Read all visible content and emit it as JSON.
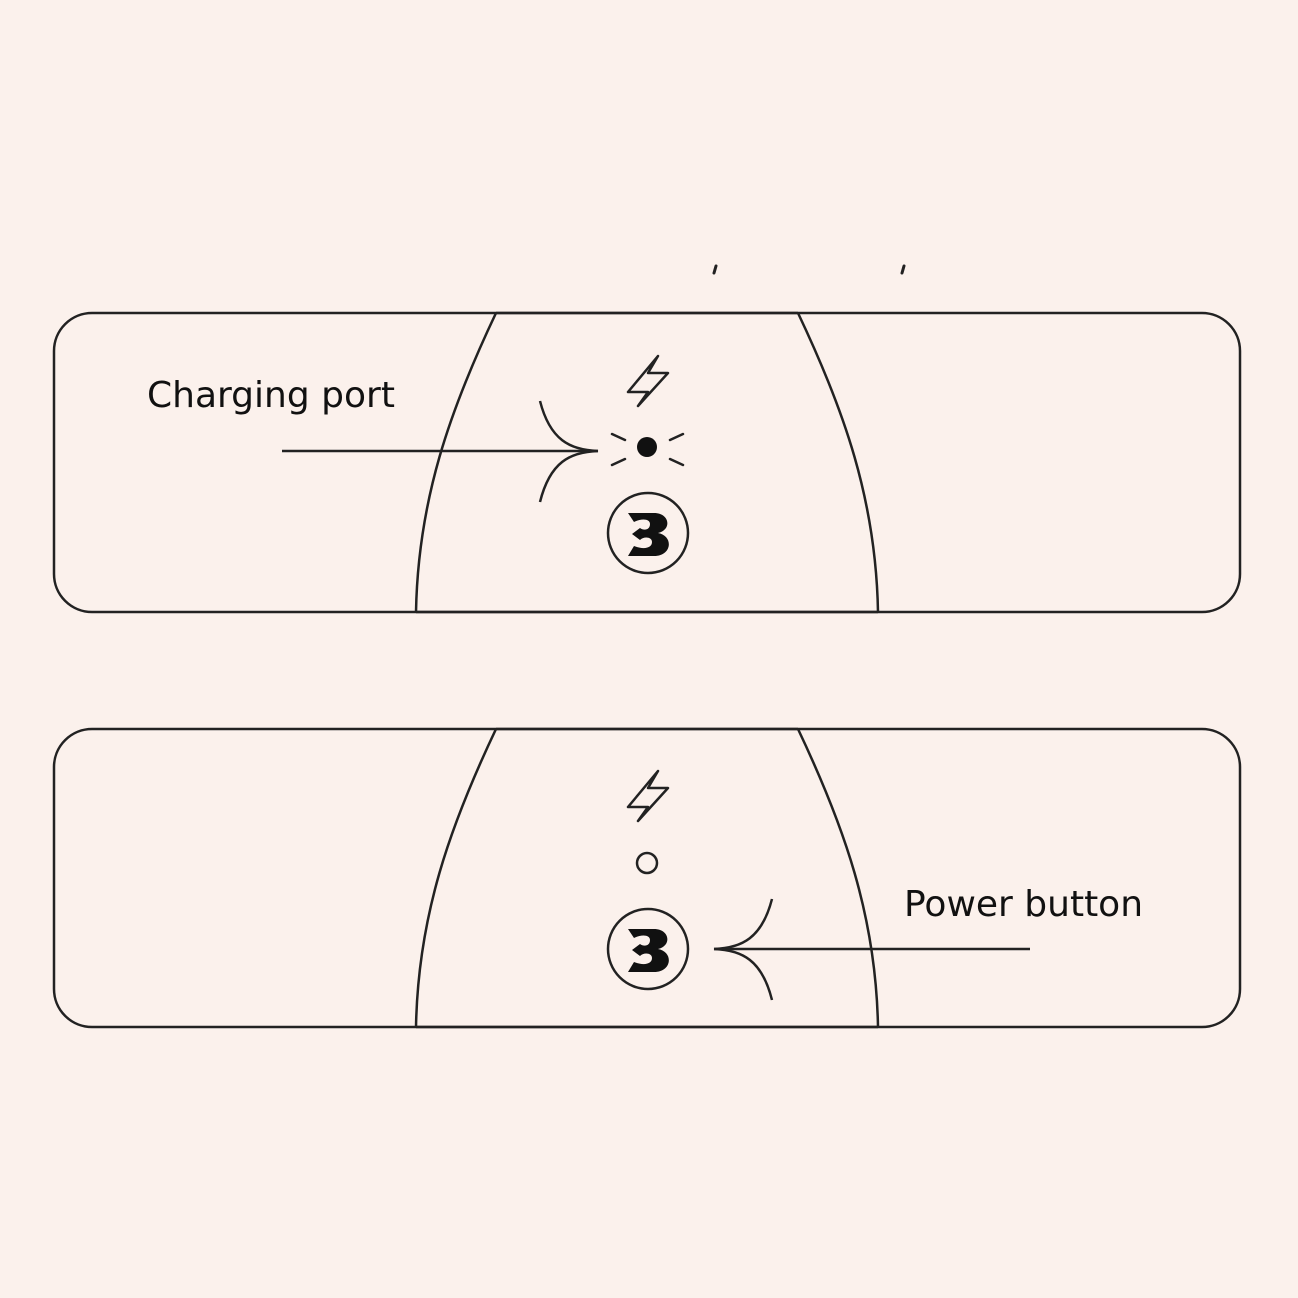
{
  "labels": {
    "charging_port": "Charging port",
    "power_button": "Power button"
  },
  "colors": {
    "background": "#fbf1ec",
    "stroke": "#222222",
    "fill_dark": "#111111"
  },
  "icons": {
    "bolt": "lightning-bolt-icon",
    "logo": "b-logo-icon",
    "indicator_active": "indicator-light-on",
    "indicator_inactive": "indicator-light-off"
  }
}
